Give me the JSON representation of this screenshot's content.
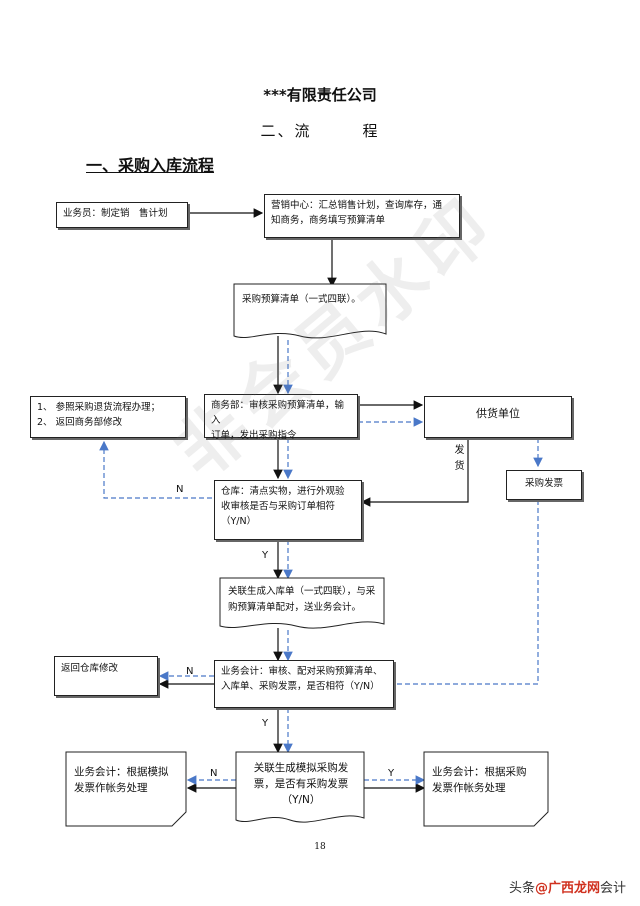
{
  "header": {
    "title": "***有限责任公司",
    "subtitle": "二、流　　　程",
    "section_heading": "一、采购入库流程"
  },
  "nodes": {
    "salesman": "业务员：制定销　售计划",
    "marketing": [
      "营销中心：汇总销售计划，查询库存，通",
      "知商务，商务填写预算清单"
    ],
    "budget_list": "采购预算清单（一式四联）。",
    "commerce": [
      "商务部：审核采购预算清单，输入",
      "订单，发出采购指令"
    ],
    "return_note": [
      "1、 参照采购退货流程办理；",
      "2、 返回商务部修改"
    ],
    "supplier": "供货单位",
    "deliver": "发货",
    "invoice": "采购发票",
    "warehouse": [
      "仓库：清点实物，进行外观验",
      "收审核是否与采购订单相符",
      "（Y/N）"
    ],
    "receipt": [
      "关联生成入库单（一式四联），与采",
      "购预算清单配对，送业务会计。"
    ],
    "return_warehouse": "返回仓库修改",
    "accountant_check": [
      "业务会计：审核、配对采购预算清单、",
      "入库单、采购发票，是否相符（Y/N）"
    ],
    "simulate_invoice": [
      "关联生成模拟采购发",
      "票，是否有采购发票",
      "（Y/N）"
    ],
    "account_left": [
      "业务会计：根据模拟",
      "发票作帐务处理"
    ],
    "account_right": [
      "业务会计：根据采购",
      "发票作帐务处理"
    ]
  },
  "labels": {
    "n1": "N",
    "y1": "Y",
    "n2": "N",
    "y2": "Y",
    "n3": "N",
    "y3": "Y"
  },
  "watermark": "非会员水印",
  "page_number": "18",
  "brand": {
    "prefix": "头条",
    "highlight": "@广西龙网",
    "suffix": "会计"
  },
  "colors": {
    "solid_line": "#111111",
    "dashed_line": "#4a78c8"
  }
}
